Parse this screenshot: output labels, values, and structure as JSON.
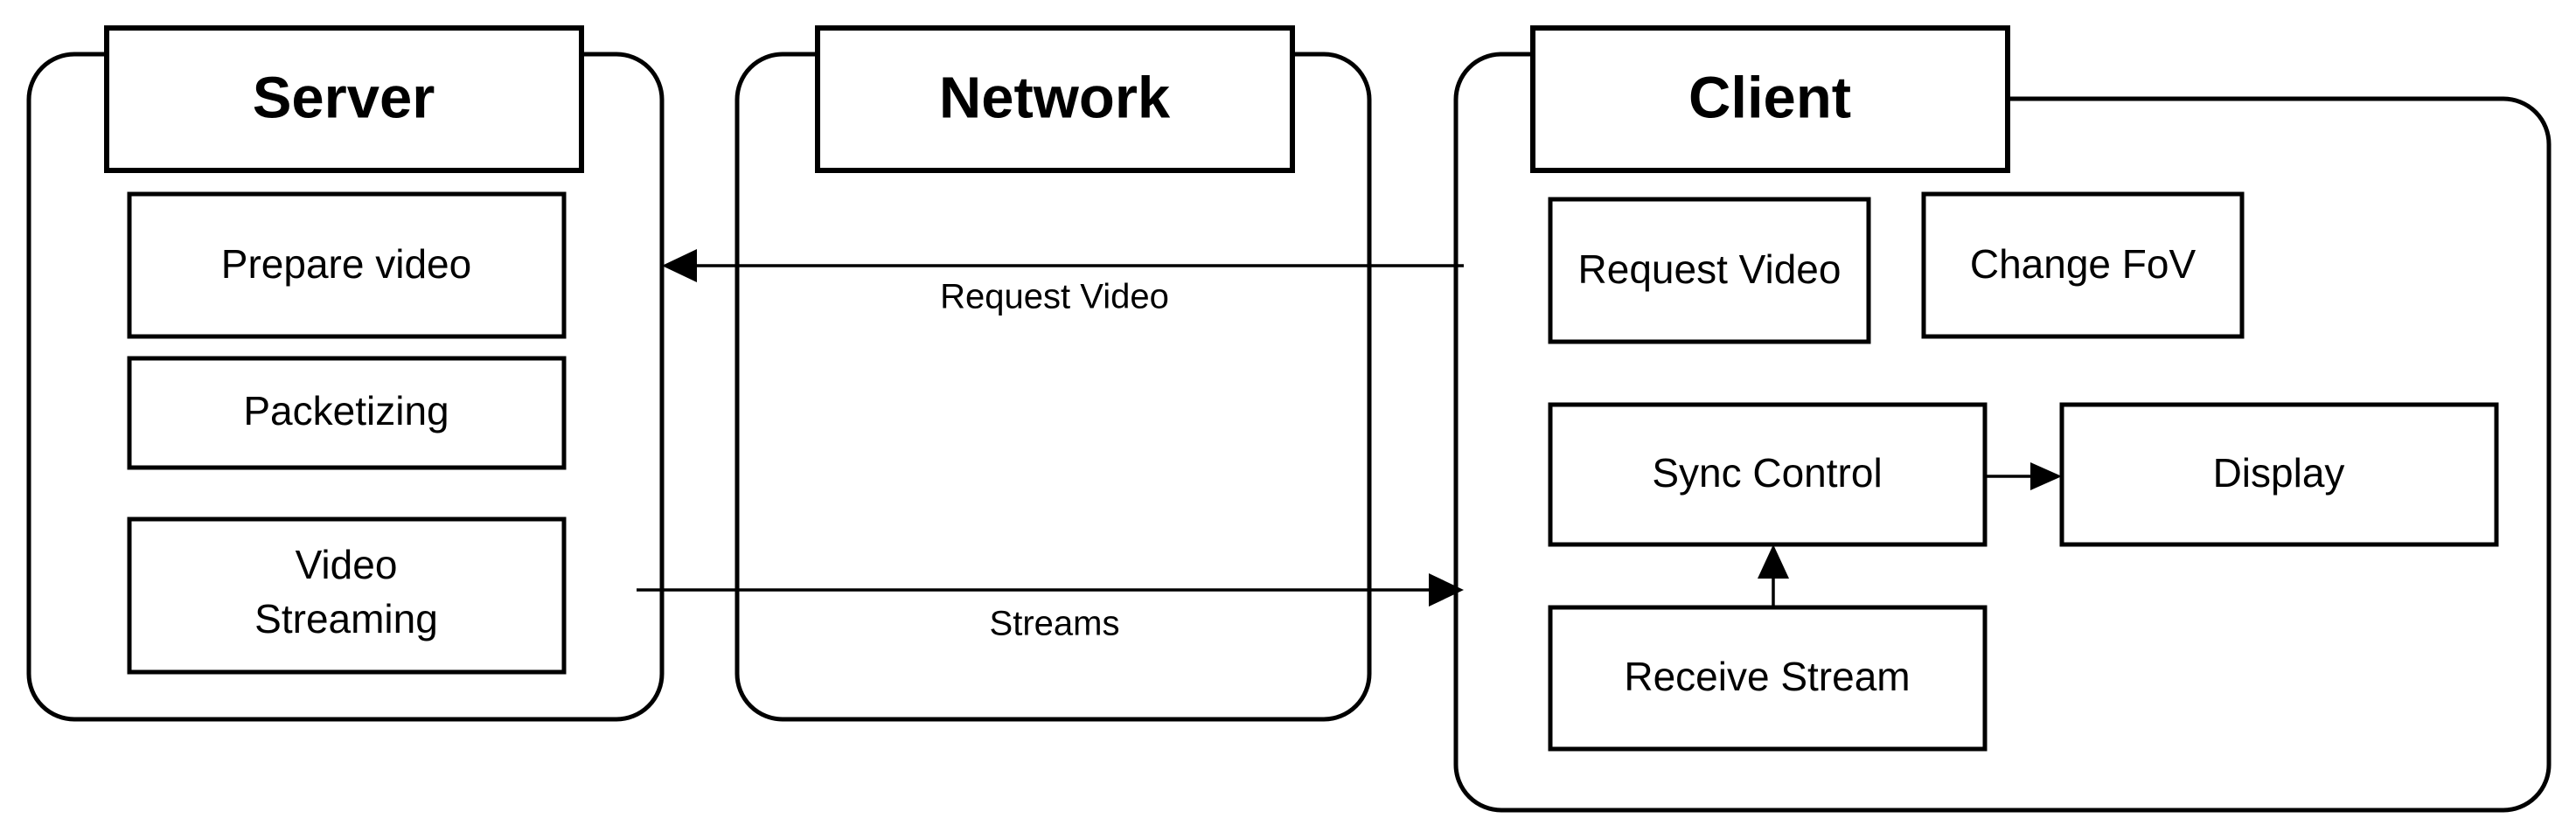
{
  "diagram": {
    "type": "system-architecture-flow",
    "panels": [
      {
        "id": "server",
        "title": "Server",
        "boxes": [
          {
            "id": "prepare-video",
            "label": "Prepare video"
          },
          {
            "id": "packetizing",
            "label": "Packetizing"
          },
          {
            "id": "video-streaming",
            "label_line1": "Video",
            "label_line2": "Streaming"
          }
        ]
      },
      {
        "id": "network",
        "title": "Network",
        "boxes": []
      },
      {
        "id": "client",
        "title": "Client",
        "boxes": [
          {
            "id": "request-video",
            "label": "Request Video"
          },
          {
            "id": "change-fov",
            "label": "Change FoV"
          },
          {
            "id": "sync-control",
            "label": "Sync Control"
          },
          {
            "id": "display",
            "label": "Display"
          },
          {
            "id": "receive-stream",
            "label": "Receive Stream"
          }
        ]
      }
    ],
    "edges": [
      {
        "id": "request-video-edge",
        "label": "Request Video",
        "from": "client",
        "to": "server",
        "direction": "left"
      },
      {
        "id": "streams-edge",
        "label": "Streams",
        "from": "server",
        "to": "client",
        "direction": "right"
      },
      {
        "id": "sync-to-display-edge",
        "label": "",
        "from": "sync-control",
        "to": "display",
        "direction": "right"
      },
      {
        "id": "receive-to-sync-edge",
        "label": "",
        "from": "receive-stream",
        "to": "sync-control",
        "direction": "up"
      }
    ],
    "colors": {
      "stroke": "#000000",
      "fill": "#ffffff",
      "background": "#ffffff"
    }
  }
}
